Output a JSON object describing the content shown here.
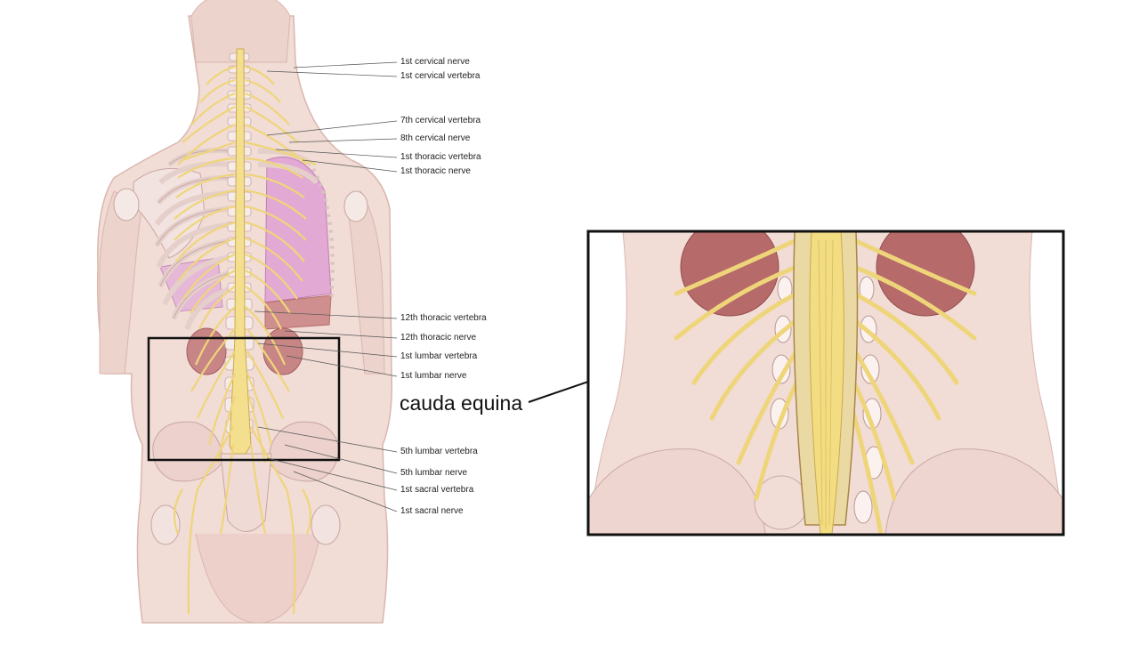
{
  "labels": {
    "c1_nerve": "1st cervical nerve",
    "c1_vertebra": "1st cervical vertebra",
    "c7_vertebra": "7th cervical vertebra",
    "c8_nerve": "8th cervical nerve",
    "t1_vertebra": "1st thoracic vertebra",
    "t1_nerve": "1st thoracic nerve",
    "t12_vertebra": "12th thoracic vertebra",
    "t12_nerve": "12th thoracic nerve",
    "l1_vertebra": "1st lumbar  vertebra",
    "l1_nerve": "1st lumbar nerve",
    "l5_vertebra": "5th lumbar  vertebra",
    "l5_nerve": "5th lumbar nerve",
    "s1_vertebra": "1st sacral vertebra",
    "s1_nerve": "1st sacral nerve"
  },
  "callout": {
    "label": "cauda equina"
  },
  "colors": {
    "skin": "#f1dcd6",
    "skin_shadow": "#e3c3bb",
    "bone": "#f7ecea",
    "nerve": "#f4df8e",
    "nerve_outline": "#caa94e",
    "lung": "#e2a9d4",
    "kidney": "#b66a6a",
    "frame": "#111111"
  }
}
